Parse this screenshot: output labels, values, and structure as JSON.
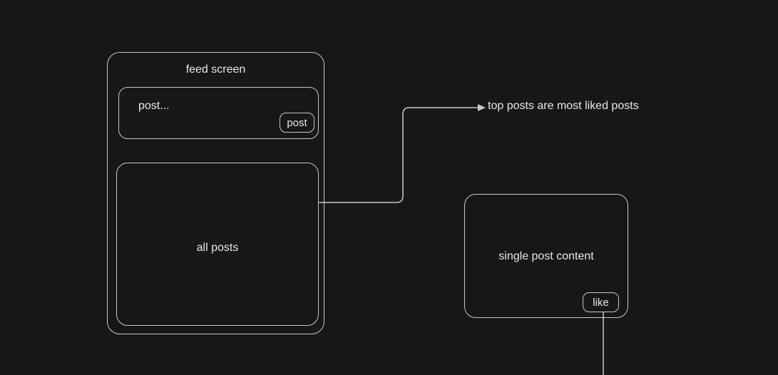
{
  "theme": {
    "background": "#171717",
    "stroke": "#c9c9c9",
    "text": "#e8e8e8"
  },
  "feed_screen": {
    "title": "feed screen",
    "post_input": {
      "placeholder": "post..."
    },
    "post_button_label": "post",
    "all_posts_label": "all posts"
  },
  "annotation": {
    "text": "top posts are most liked posts"
  },
  "single_post": {
    "title": "single post content",
    "like_button_label": "like"
  }
}
